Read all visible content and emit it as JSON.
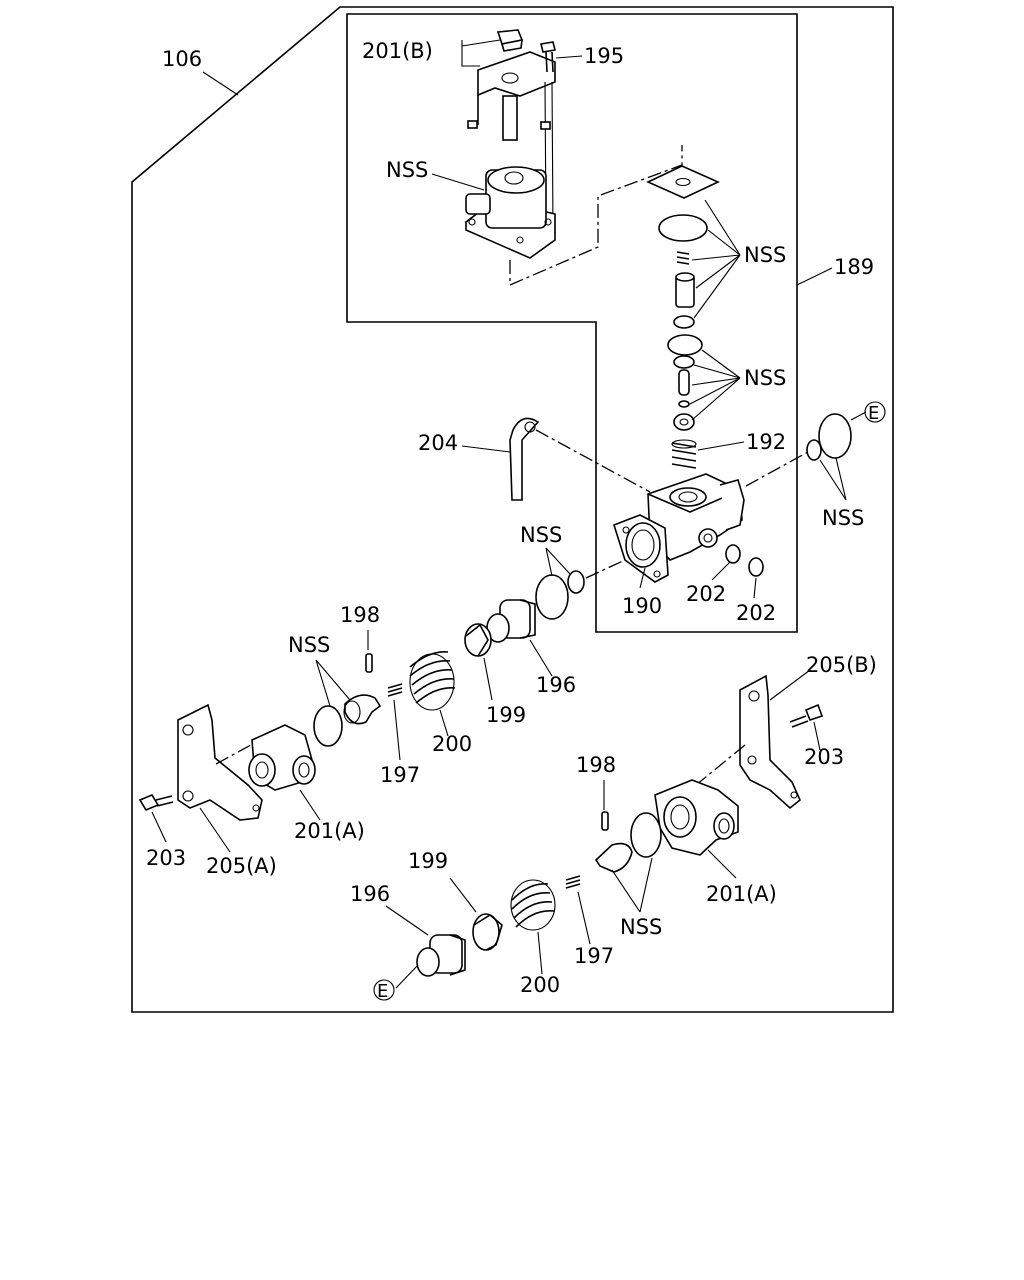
{
  "labels": {
    "l106": "106",
    "l189": "189",
    "l190": "190",
    "l192": "192",
    "l195": "195",
    "l196a": "196",
    "l196b": "196",
    "l197a": "197",
    "l197b": "197",
    "l198a": "198",
    "l198b": "198",
    "l199a": "199",
    "l199b": "199",
    "l200a": "200",
    "l200b": "200",
    "l201a1": "201(A)",
    "l201a2": "201(A)",
    "l201b": "201(B)",
    "l202a": "202",
    "l202b": "202",
    "l203a": "203",
    "l203b": "203",
    "l204": "204",
    "l205a": "205(A)",
    "l205b": "205(B)",
    "nss1": "NSS",
    "nss2": "NSS",
    "nss3": "NSS",
    "nss4": "NSS",
    "nss5": "NSS",
    "nss6": "NSS",
    "nss7": "NSS",
    "e1": "E",
    "e2": "E"
  }
}
